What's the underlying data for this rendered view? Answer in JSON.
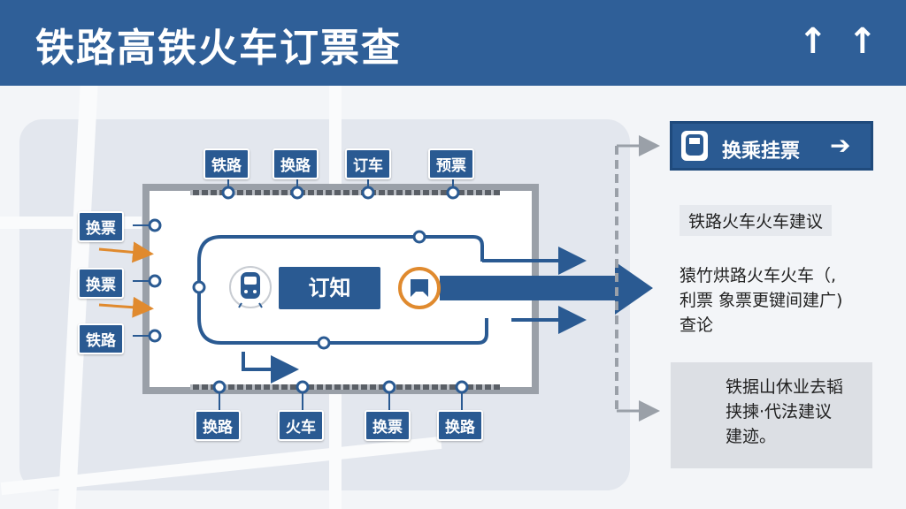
{
  "header": {
    "title": "铁路高铁火车订票查",
    "arrow_icons": [
      "↑",
      "↑"
    ]
  },
  "station_tags": {
    "top": [
      "铁路",
      "换路",
      "订车",
      "预票"
    ],
    "bottom": [
      "换路",
      "火车",
      "换票",
      "换路"
    ],
    "left": [
      "换票",
      "换票",
      "铁路"
    ]
  },
  "center": {
    "main_label": "订知"
  },
  "right_panel": {
    "button_label": "换乘挂票",
    "suggestion_label": "铁路火车火车建议",
    "info_text_lines": [
      "猿竹烘路火车火车（,",
      "利票 象票更键间建广)",
      "查论"
    ],
    "card_text_lines": [
      "铁据山休业去韬",
      "挟揀·代法建议",
      "建迹。"
    ]
  },
  "colors": {
    "header": "#2f5f98",
    "primary": "#2a5a92",
    "accent_orange": "#e08a2e",
    "track": "#8a8f96"
  }
}
